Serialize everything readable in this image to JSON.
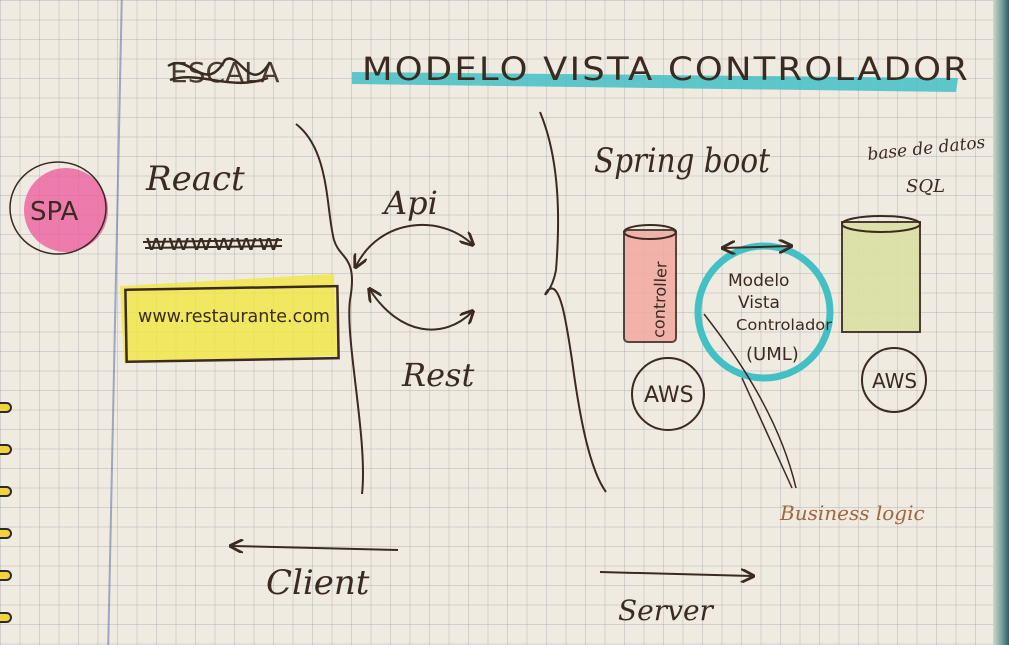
{
  "title": "MODELO VISTA CONTROLADOR",
  "scribble_label": "ESCALA",
  "colors": {
    "teal_highlight": "#43c0c4",
    "yellow_highlight": "#f1e640",
    "pink_marker": "#ec5f9e",
    "controller_fill": "#f2a9a0",
    "db_fill": "#dbe0a4",
    "ink": "#3a2a20",
    "brown_note": "#a2663e"
  },
  "client": {
    "spa_badge": "SPA",
    "framework": "React",
    "crossed_text": "wwwwww",
    "url": "www.restaurante.com",
    "arrow_label": "Client"
  },
  "middle": {
    "api_label": "Api",
    "rest_label": "Rest"
  },
  "server": {
    "framework": "Spring boot",
    "controller_label": "controller",
    "mvc_circle": [
      "Modelo",
      "Vista",
      "Controlador",
      "(UML)"
    ],
    "aws_left": "AWS",
    "aws_right": "AWS",
    "database_label": [
      "base de datos",
      "SQL"
    ],
    "business_note": "Business logic",
    "arrow_label": "Server"
  }
}
